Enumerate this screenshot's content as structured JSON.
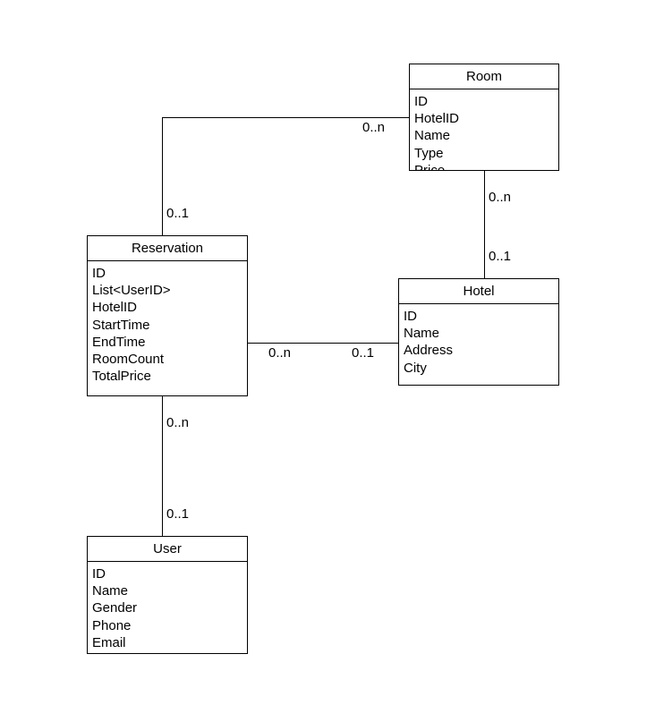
{
  "entities": {
    "room": {
      "name": "Room",
      "attributes": [
        "ID",
        "HotelID",
        "Name",
        "Type",
        "Price"
      ]
    },
    "reservation": {
      "name": "Reservation",
      "attributes": [
        "ID",
        "List<UserID>",
        "HotelID",
        "StartTime",
        "EndTime",
        "RoomCount",
        "TotalPrice"
      ]
    },
    "hotel": {
      "name": "Hotel",
      "attributes": [
        "ID",
        "Name",
        "Address",
        "City"
      ]
    },
    "user": {
      "name": "User",
      "attributes": [
        "ID",
        "Name",
        "Gender",
        "Phone",
        "Email"
      ]
    }
  },
  "relationships": {
    "room_reservation": {
      "room_end": "0..n",
      "reservation_end": "0..1"
    },
    "room_hotel": {
      "room_end": "0..n",
      "hotel_end": "0..1"
    },
    "reservation_hotel": {
      "reservation_end": "0..n",
      "hotel_end": "0..1"
    },
    "reservation_user": {
      "reservation_end": "0..n",
      "user_end": "0..1"
    }
  }
}
